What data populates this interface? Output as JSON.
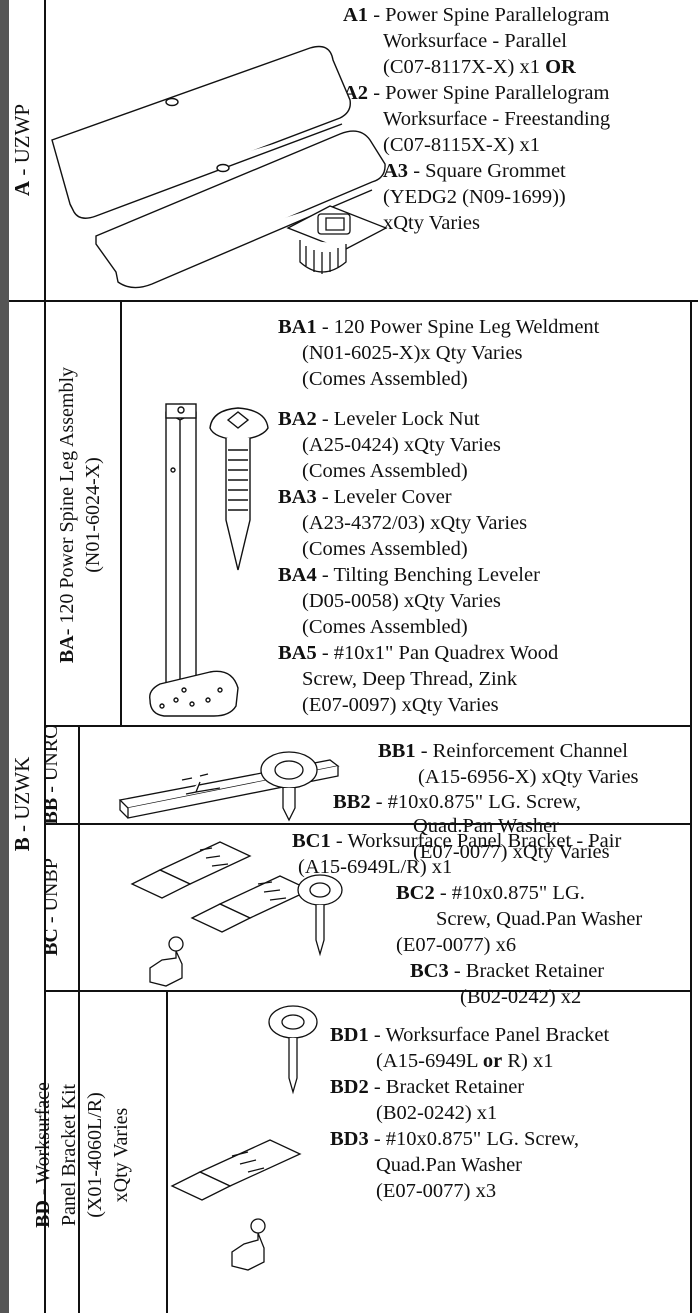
{
  "sections": {
    "A": {
      "label_code": "A",
      "label_rest": " - UZWP",
      "items": [
        {
          "code": "A1",
          "text": " - Power Spine Parallelogram",
          "lines": [
            "Worksurface - Parallel",
            "(C07-8117X-X) x1 "
          ],
          "suffix": "OR"
        },
        {
          "code": "A2",
          "text": " - Power Spine Parallelogram",
          "lines": [
            "Worksurface - Freestanding",
            "(C07-8115X-X) x1"
          ]
        },
        {
          "code": "A3",
          "text": " - Square Grommet",
          "lines": [
            "(YEDG2 (N09-1699))",
            "xQty Varies"
          ]
        }
      ]
    },
    "B": {
      "label_code": "B",
      "label_rest": " - UZWK",
      "BA": {
        "label_code": "BA",
        "label_rest": "- 120 Power Spine Leg Assembly",
        "label_line2": "(N01-6024-X)",
        "items": [
          {
            "code": "BA1",
            "text": " - 120 Power Spine Leg Weldment",
            "lines": [
              "(N01-6025-X)x Qty Varies",
              "(Comes Assembled)"
            ]
          },
          {
            "code": "BA2",
            "text": " - Leveler Lock Nut",
            "lines": [
              "(A25-0424) xQty Varies",
              "(Comes Assembled)"
            ]
          },
          {
            "code": "BA3",
            "text": " - Leveler Cover",
            "lines": [
              "(A23-4372/03) xQty Varies",
              "(Comes Assembled)"
            ]
          },
          {
            "code": "BA4",
            "text": " - Tilting Benching Leveler",
            "lines": [
              "(D05-0058) xQty Varies",
              "(Comes Assembled)"
            ]
          },
          {
            "code": "BA5",
            "text": " - #10x1\" Pan Quadrex Wood",
            "lines": [
              "Screw, Deep Thread, Zink",
              "(E07-0097) xQty Varies"
            ]
          }
        ]
      },
      "BB": {
        "label_code": "BB",
        "label_rest": " - UNRC",
        "items": [
          {
            "code": "BB1",
            "text": " - Reinforcement Channel",
            "lines": [
              "(A15-6956-X) xQty Varies"
            ]
          },
          {
            "code": "BB2",
            "text": " - #10x0.875\" LG. Screw,",
            "lines": [
              "Quad.Pan Washer",
              "(E07-0077) xQty Varies"
            ]
          }
        ]
      },
      "BC": {
        "label_code": "BC",
        "label_rest": " - UNBP",
        "items": [
          {
            "code": "BC1",
            "text": " - Worksurface Panel Bracket - Pair",
            "lines": [
              "(A15-6949L/R) x1"
            ]
          },
          {
            "code": "BC2",
            "text": " - #10x0.875\" LG.",
            "lines": [
              "Screw, Quad.Pan Washer",
              "(E07-0077) x6"
            ]
          },
          {
            "code": "BC3",
            "text": " - Bracket Retainer",
            "lines": [
              "(B02-0242) x2"
            ]
          }
        ]
      },
      "BD": {
        "label_code": "BD",
        "label_rest": " - Worksurface",
        "label_line2": "Panel Bracket Kit",
        "label_line3": "(X01-4060L/R)",
        "label_line4": "xQty Varies",
        "items": [
          {
            "code": "BD1",
            "text": " - Worksurface Panel Bracket",
            "lines": [
              "(A15-6949L "
            ],
            "mid_bold": "or",
            "tail": " R) x1"
          },
          {
            "code": "BD2",
            "text": " - Bracket Retainer",
            "lines": [
              "(B02-0242) x1"
            ]
          },
          {
            "code": "BD3",
            "text": " - #10x0.875\" LG. Screw,",
            "lines": [
              "Quad.Pan Washer",
              "(E07-0077) x3"
            ]
          }
        ]
      }
    }
  }
}
